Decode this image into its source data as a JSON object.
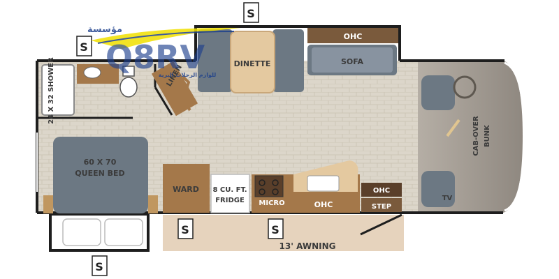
{
  "logo": {
    "arabic_title": "مؤسسة",
    "brand": "Q8RV",
    "tagline": "للوازم الرحلات البرية"
  },
  "labels": {
    "ohc_top": "OHC",
    "sofa": "SOFA",
    "dinette": "DINETTE",
    "linen": "LINEN",
    "shower": "24 X 32 SHOWER",
    "bed_size": "60 X 70",
    "bed_type": "QUEEN BED",
    "ward": "WARD",
    "fridge_line1": "8 CU. FT.",
    "fridge_line2": "FRIDGE",
    "micro": "MICRO",
    "ohc_galley": "OHC",
    "ohc_right": "OHC",
    "step": "STEP",
    "cab_over_line1": "CAB-OVER",
    "cab_over_line2": "BUNK",
    "tv": "TV",
    "awning": "13' AWNING"
  },
  "slideouts": [
    {
      "mark": "S"
    },
    {
      "mark": "S"
    },
    {
      "mark": "S"
    },
    {
      "mark": "S"
    },
    {
      "mark": "S"
    }
  ],
  "colors": {
    "wall": "#1e1e1e",
    "floor": "#d8d2c6",
    "carpet": "#e3dccd",
    "wood": "#a4784a",
    "cushion_gray": "#6c7883",
    "awning": "#e6d3bd",
    "cab": "#a39c93",
    "accent_logo": "#f0e000",
    "accent_logo_blue": "#1c3f8c"
  }
}
